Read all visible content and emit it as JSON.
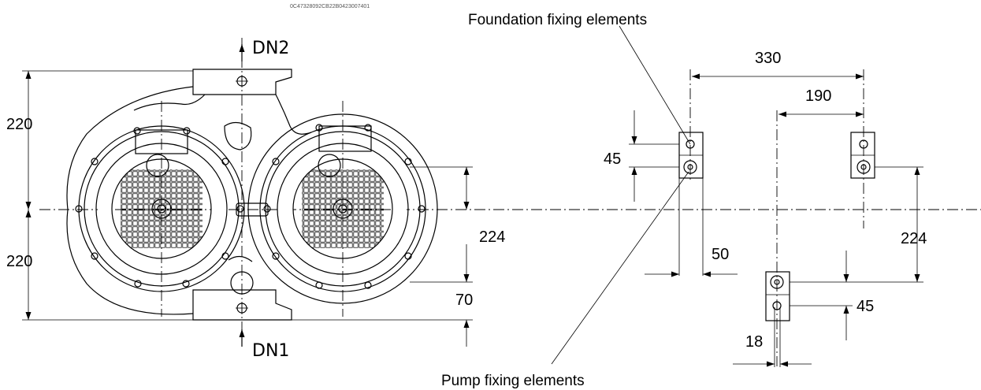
{
  "header_code": "0C47328092CB22B0423007401",
  "labels": {
    "foundation_fixing": "Foundation fixing elements",
    "pump_fixing": "Pump fixing elements",
    "dn_outlet": "DN2",
    "dn_inlet": "DN1"
  },
  "dimensions": {
    "height_upper": "220",
    "height_lower": "220",
    "axis_to_foot": "224",
    "foot_offset": "70",
    "width_total": "330",
    "width_partial": "190",
    "foot_spacing_upper": "45",
    "foot_spacing_lower": "45",
    "foot_offset_right": "224",
    "foot_width": "50",
    "hole_offset": "18"
  }
}
